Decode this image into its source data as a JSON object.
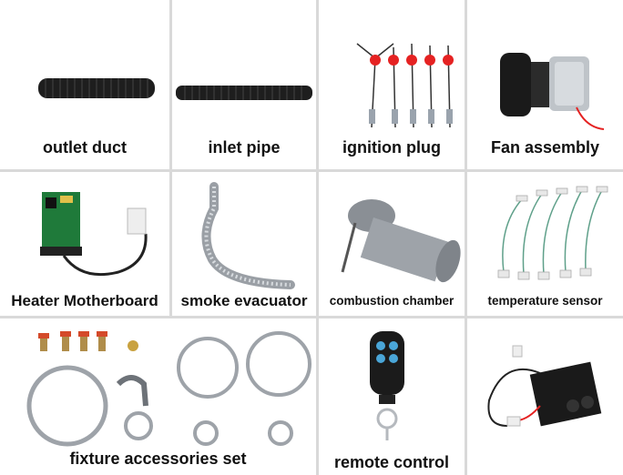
{
  "labels": {
    "outlet_duct": "outlet duct",
    "inlet_pipe": "inlet pipe",
    "ignition_plug": "ignition plug",
    "fan_assembly": "Fan assembly",
    "heater_motherboard": "Heater Motherboard",
    "smoke_evacuator": "smoke evacuator",
    "combustion_chamber": "combustion chamber",
    "temperature_sensor": "temperature sensor",
    "fixture_accessories": "fixture accessories set",
    "remote_control": "remote control"
  }
}
